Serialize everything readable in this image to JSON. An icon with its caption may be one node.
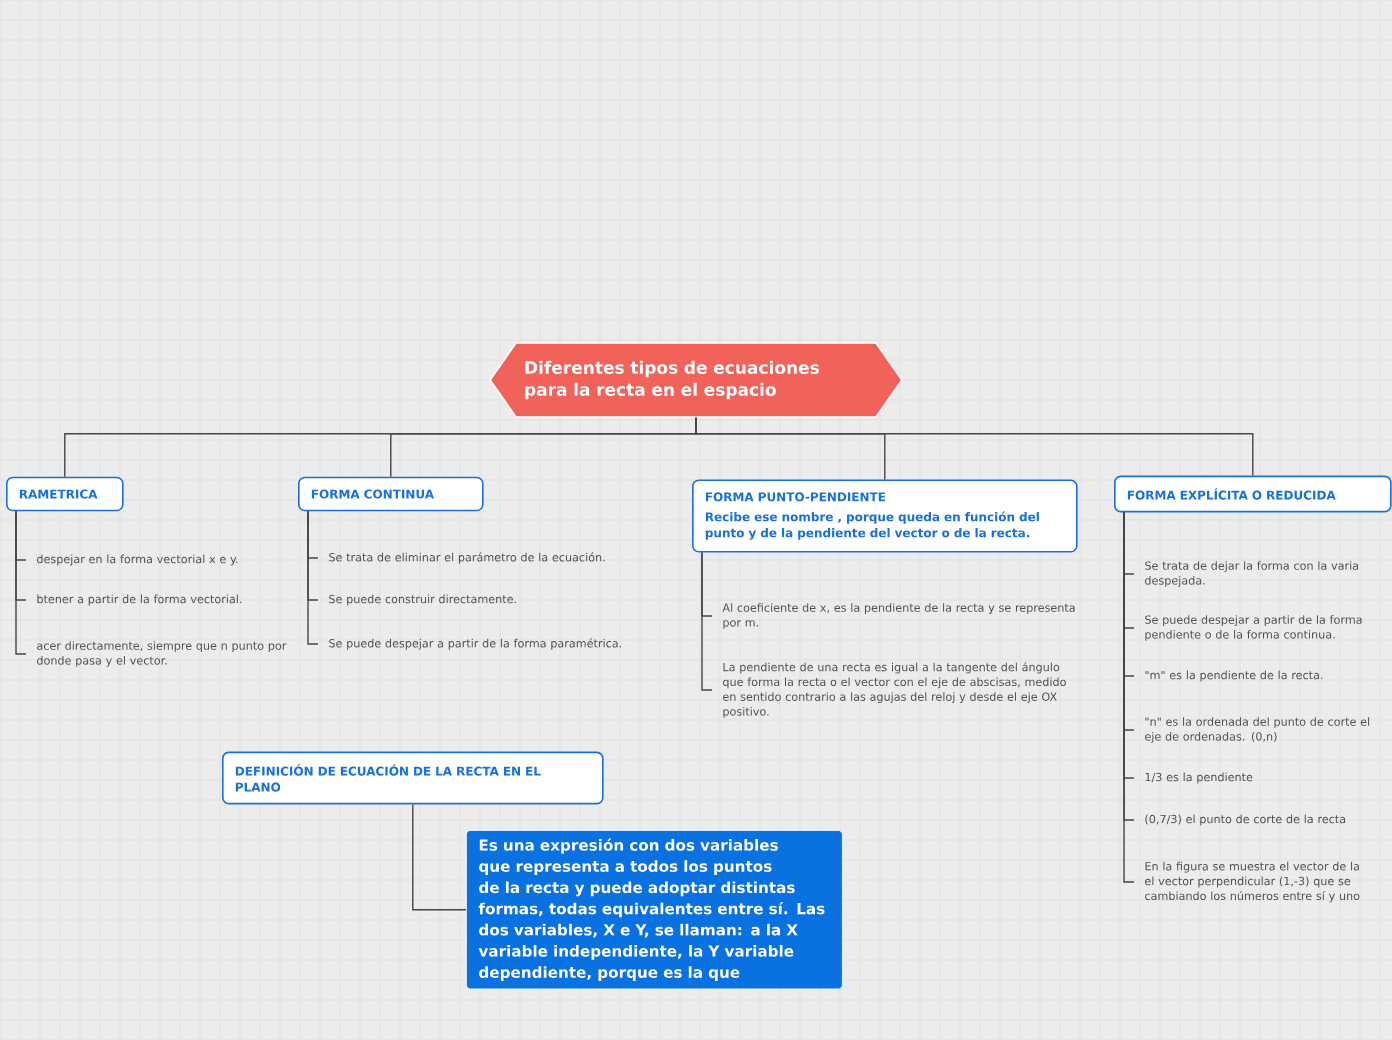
{
  "diagram": {
    "nodes": [
      {
        "text": [
          "Diferentes tipos de ecuaciones para la recta en el espacio"
        ]
      },
      {
        "text": [
          "RAMETRICA"
        ]
      },
      {
        "text": [
          "despejar en la forma vectorial x e y."
        ]
      },
      {
        "text": [
          "btener a partir de la forma vectorial."
        ]
      },
      {
        "text": [
          "acer directamente, siempre que n punto por donde pasa y el vector."
        ]
      },
      {
        "text": [
          "FORMA CONTINUA"
        ]
      },
      {
        "text": [
          "Se trata de eliminar el parámetro de la ecuación."
        ]
      },
      {
        "text": [
          "Se puede construir directamente."
        ]
      },
      {
        "text": [
          "Se puede despejar a partir de la forma paramétrica."
        ]
      },
      {
        "text": [
          "FORMA PUNTO-PENDIENTE",
          "Recibe ese nombre , porque queda en función del punto y de la pendiente del vector o de la recta."
        ]
      },
      {
        "text": [
          "Al coeficiente de x, es la pendiente de la recta y se representa por m."
        ]
      },
      {
        "text": [
          "La pendiente de una recta es igual a la tangente del ángulo que forma la recta o el vector con el eje de abscisas, medido en sentido contrario a las agujas del reloj y desde el eje OX positivo."
        ]
      },
      {
        "text": [
          "FORMA EXPLÍCITA O REDUCIDA"
        ]
      },
      {
        "text": [
          "Se trata de dejar la forma con la varia despejada."
        ]
      },
      {
        "text": [
          "Se puede despejar a partir de la forma pendiente o de la forma continua."
        ]
      },
      {
        "text": [
          "\"m\" es la pendiente de la recta."
        ]
      },
      {
        "text": [
          "\"n\" es la ordenada del punto de corte el eje de ordenadas. (0,n)"
        ]
      },
      {
        "text": [
          "1/3 es la pendiente"
        ]
      },
      {
        "text": [
          "(0,7/3) el punto de corte de la recta"
        ]
      },
      {
        "text": [
          "En la figura se muestra el vector de la el vector perpendicular (1,-3) que se cambiando los números entre sí y uno"
        ]
      },
      {
        "text": [
          "DEFINICIÓN DE ECUACIÓN DE LA RECTA EN EL PLANO"
        ]
      },
      {
        "text": [
          "Es una expresión con dos variables que representa a todos los puntos de la recta y puede adoptar distintas formas, todas equivalentes entre sí. Las dos variables, X e Y, se llaman: a la X variable independiente, la Y variable dependiente, porque es la que"
        ]
      }
    ],
    "edges": [
      {
        "from": 0,
        "to": 1,
        "arrow": "none"
      },
      {
        "from": 0,
        "to": 5,
        "arrow": "none"
      },
      {
        "from": 0,
        "to": 9,
        "arrow": "none"
      },
      {
        "from": 0,
        "to": 12,
        "arrow": "none"
      },
      {
        "from": 1,
        "to": 2,
        "arrow": "none"
      },
      {
        "from": 1,
        "to": 3,
        "arrow": "none"
      },
      {
        "from": 1,
        "to": 4,
        "arrow": "none"
      },
      {
        "from": 5,
        "to": 6,
        "arrow": "none"
      },
      {
        "from": 5,
        "to": 7,
        "arrow": "none"
      },
      {
        "from": 5,
        "to": 8,
        "arrow": "none"
      },
      {
        "from": 9,
        "to": 10,
        "arrow": "none"
      },
      {
        "from": 9,
        "to": 11,
        "arrow": "none"
      },
      {
        "from": 12,
        "to": 13,
        "arrow": "none"
      },
      {
        "from": 12,
        "to": 14,
        "arrow": "none"
      },
      {
        "from": 12,
        "to": 15,
        "arrow": "none"
      },
      {
        "from": 12,
        "to": 16,
        "arrow": "none"
      },
      {
        "from": 12,
        "to": 17,
        "arrow": "none"
      },
      {
        "from": 12,
        "to": 18,
        "arrow": "none"
      },
      {
        "from": 12,
        "to": 19,
        "arrow": "none"
      },
      {
        "from": 20,
        "to": 21,
        "arrow": "none"
      }
    ]
  }
}
